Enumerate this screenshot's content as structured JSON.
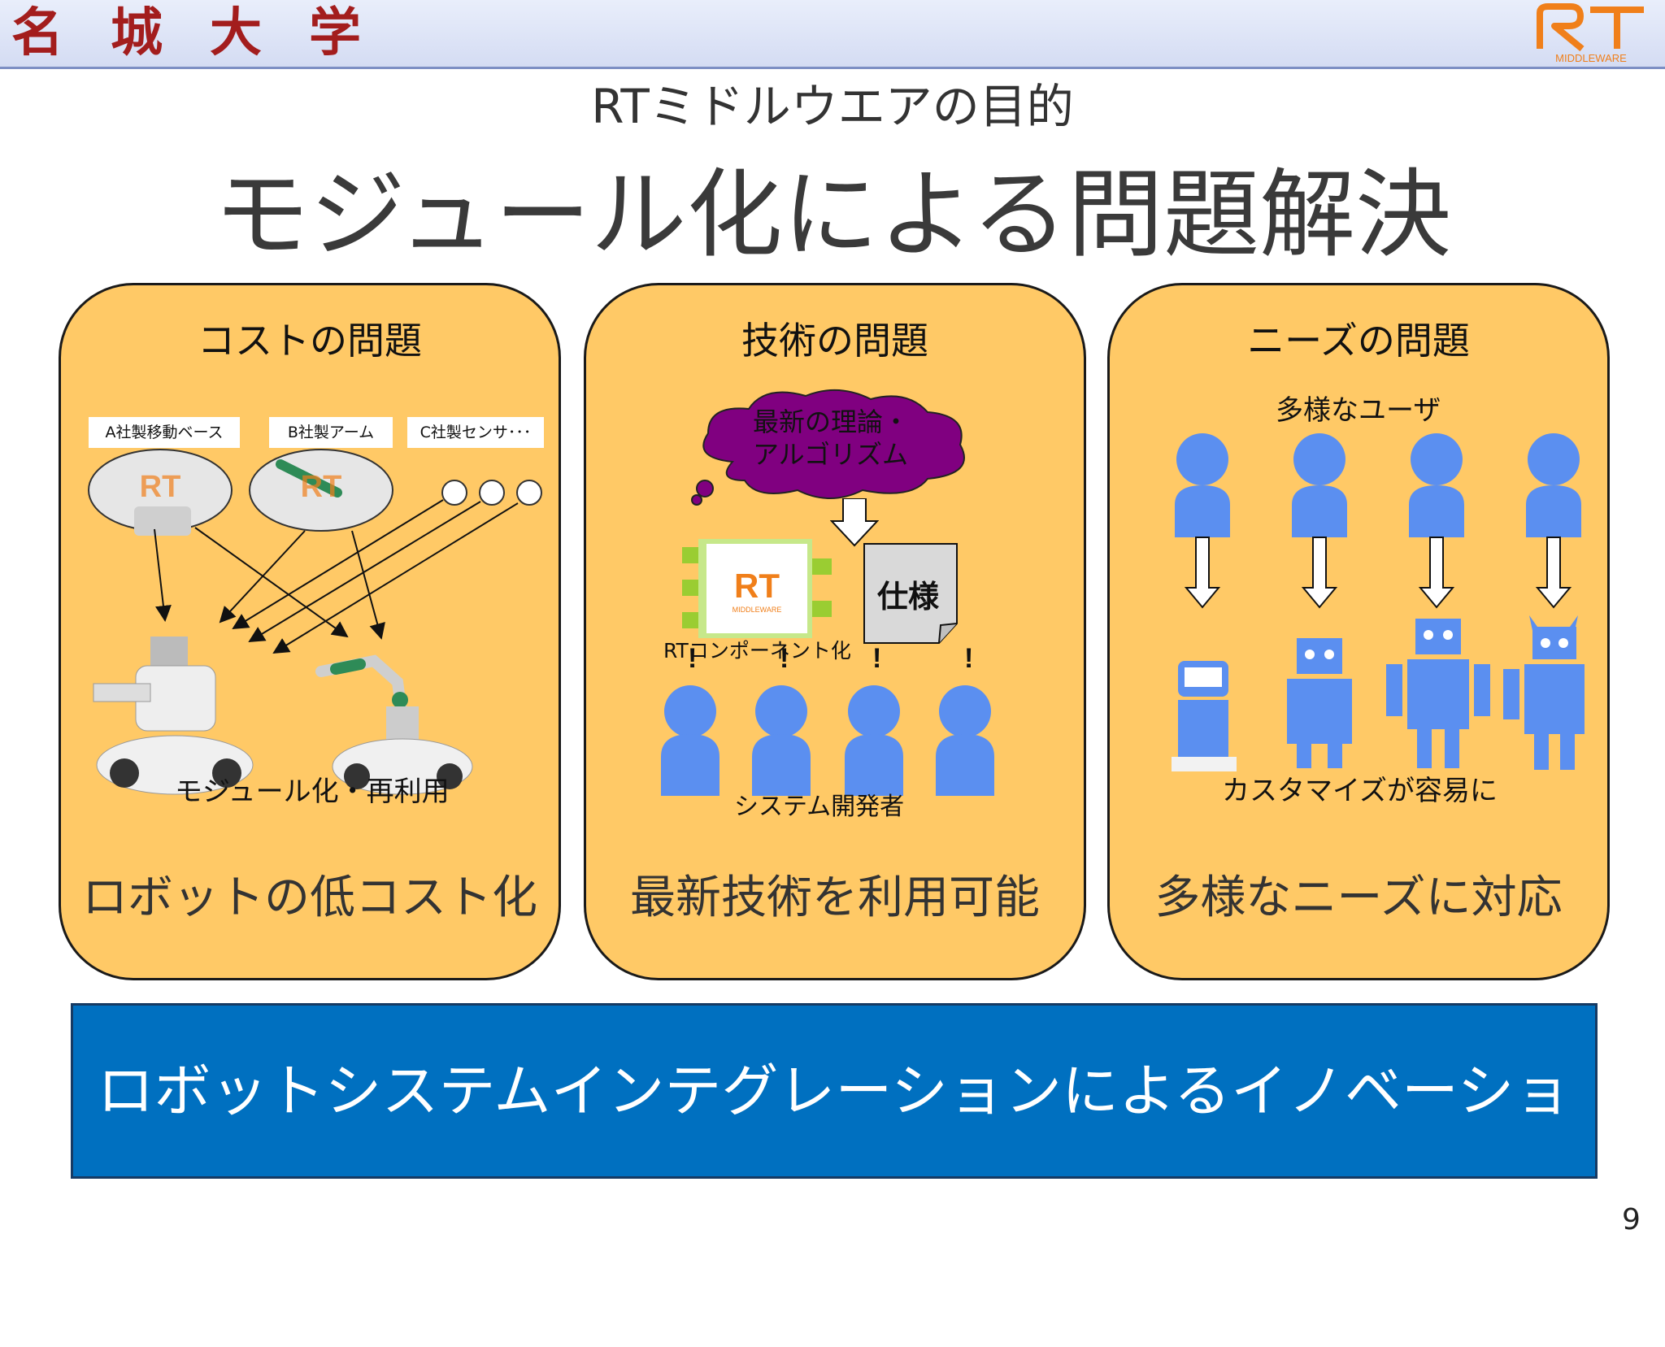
{
  "header": {
    "university_logo": "名城大学",
    "rt_logo_mark": "RT",
    "rt_logo_sub": "MIDDLEWARE"
  },
  "subtitle": "RTミドルウエアの目的",
  "title": "モジュール化による問題解決",
  "panels": [
    {
      "title": "コストの問題",
      "labels": [
        "A社製移動ベース",
        "B社製アーム",
        "C社製センサ･･･"
      ],
      "caption": "モジュール化・再利用",
      "result": "ロボットの低コスト化"
    },
    {
      "title": "技術の問題",
      "cloud_text": "最新の理論・\nアルゴリズム",
      "spec_label": "仕様",
      "component_label": "RTコンポーネント化",
      "developers_label": "システム開発者",
      "result": "最新技術を利用可能"
    },
    {
      "title": "ニーズの問題",
      "users_label": "多様なユーザ",
      "customize_label": "カスタマイズが容易に",
      "result": "多様なニーズに対応"
    }
  ],
  "banner": "ロボットシステムインテグレーションによるイノベーション",
  "page_number": "9",
  "colors": {
    "panel": "#ffc966",
    "banner": "#0070c0",
    "person": "#5b8ff0",
    "cloud": "#800080",
    "logo_red": "#a31d1d",
    "rt_orange": "#f07f1a"
  }
}
